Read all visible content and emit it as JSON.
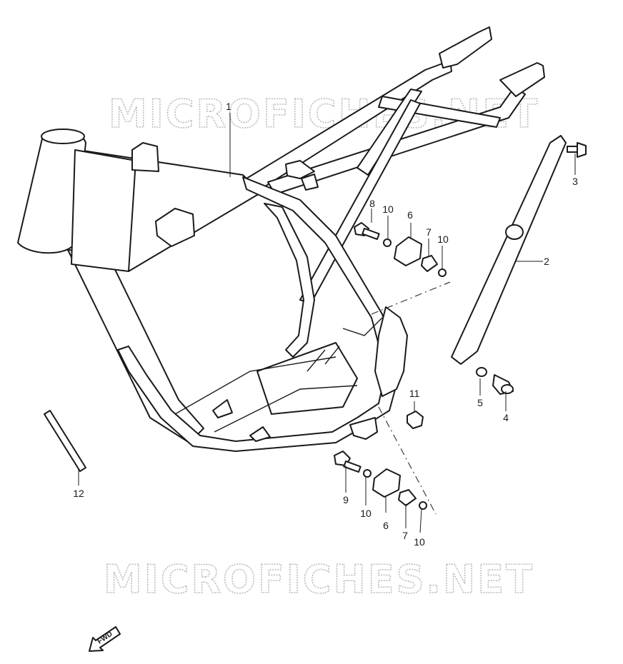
{
  "watermark": {
    "top_text": "MICROFICHES.NET",
    "bottom_text": "MICROFICHES.NET"
  },
  "fwd_label": "FWD",
  "callouts": {
    "c1": "1",
    "c2": "2",
    "c3": "3",
    "c4": "4",
    "c5": "5",
    "c6a": "6",
    "c6b": "6",
    "c7a": "7",
    "c7b": "7",
    "c8": "8",
    "c9": "9",
    "c10a": "10",
    "c10b": "10",
    "c10c": "10",
    "c10d": "10",
    "c11": "11",
    "c12": "12"
  },
  "colors": {
    "line": "#1a1a1a",
    "watermark": "#bdbdbd",
    "background": "#ffffff"
  }
}
